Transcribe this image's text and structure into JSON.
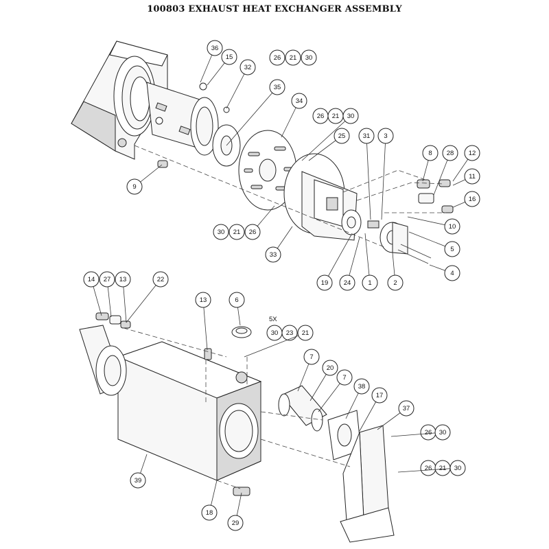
{
  "title": "100803 EXHAUST HEAT EXCHANGER ASSEMBLY",
  "quantity_note": "5X",
  "callouts": [
    {
      "id": "c36",
      "label": "36"
    },
    {
      "id": "c15",
      "label": "15"
    },
    {
      "id": "c32",
      "label": "32"
    },
    {
      "id": "c26a",
      "label": "26"
    },
    {
      "id": "c21a",
      "label": "21"
    },
    {
      "id": "c30a",
      "label": "30"
    },
    {
      "id": "c35",
      "label": "35"
    },
    {
      "id": "c34",
      "label": "34"
    },
    {
      "id": "c26b",
      "label": "26"
    },
    {
      "id": "c21b",
      "label": "21"
    },
    {
      "id": "c30b",
      "label": "30"
    },
    {
      "id": "c25",
      "label": "25"
    },
    {
      "id": "c31",
      "label": "31"
    },
    {
      "id": "c3",
      "label": "3"
    },
    {
      "id": "c8",
      "label": "8"
    },
    {
      "id": "c28",
      "label": "28"
    },
    {
      "id": "c12",
      "label": "12"
    },
    {
      "id": "c11",
      "label": "11"
    },
    {
      "id": "c16",
      "label": "16"
    },
    {
      "id": "c10",
      "label": "10"
    },
    {
      "id": "c5",
      "label": "5"
    },
    {
      "id": "c4",
      "label": "4"
    },
    {
      "id": "c2",
      "label": "2"
    },
    {
      "id": "c1",
      "label": "1"
    },
    {
      "id": "c24",
      "label": "24"
    },
    {
      "id": "c19",
      "label": "19"
    },
    {
      "id": "c33",
      "label": "33"
    },
    {
      "id": "c30c",
      "label": "30"
    },
    {
      "id": "c21c",
      "label": "21"
    },
    {
      "id": "c26c",
      "label": "26"
    },
    {
      "id": "c9",
      "label": "9"
    },
    {
      "id": "c14",
      "label": "14"
    },
    {
      "id": "c27",
      "label": "27"
    },
    {
      "id": "c13a",
      "label": "13"
    },
    {
      "id": "c22",
      "label": "22"
    },
    {
      "id": "c13b",
      "label": "13"
    },
    {
      "id": "c6",
      "label": "6"
    },
    {
      "id": "c30d",
      "label": "30"
    },
    {
      "id": "c23",
      "label": "23"
    },
    {
      "id": "c21d",
      "label": "21"
    },
    {
      "id": "c7a",
      "label": "7"
    },
    {
      "id": "c20",
      "label": "20"
    },
    {
      "id": "c7b",
      "label": "7"
    },
    {
      "id": "c38",
      "label": "38"
    },
    {
      "id": "c17",
      "label": "17"
    },
    {
      "id": "c37",
      "label": "37"
    },
    {
      "id": "c26e",
      "label": "26"
    },
    {
      "id": "c30e",
      "label": "30"
    },
    {
      "id": "c26f",
      "label": "26"
    },
    {
      "id": "c21f",
      "label": "21"
    },
    {
      "id": "c30f",
      "label": "30"
    },
    {
      "id": "c39",
      "label": "39"
    },
    {
      "id": "c18",
      "label": "18"
    },
    {
      "id": "c29",
      "label": "29"
    }
  ]
}
